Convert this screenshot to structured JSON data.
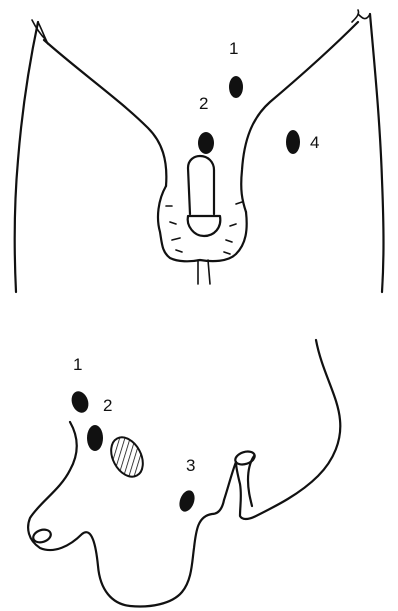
{
  "figure": {
    "top_view": {
      "markers": [
        {
          "label": "1"
        },
        {
          "label": "2"
        },
        {
          "label": "4"
        }
      ]
    },
    "side_view": {
      "markers": [
        {
          "label": "1"
        },
        {
          "label": "2"
        },
        {
          "label": "3"
        }
      ],
      "hatched_area": true
    },
    "colors": {
      "ink": "#111111",
      "background": "#ffffff"
    }
  }
}
